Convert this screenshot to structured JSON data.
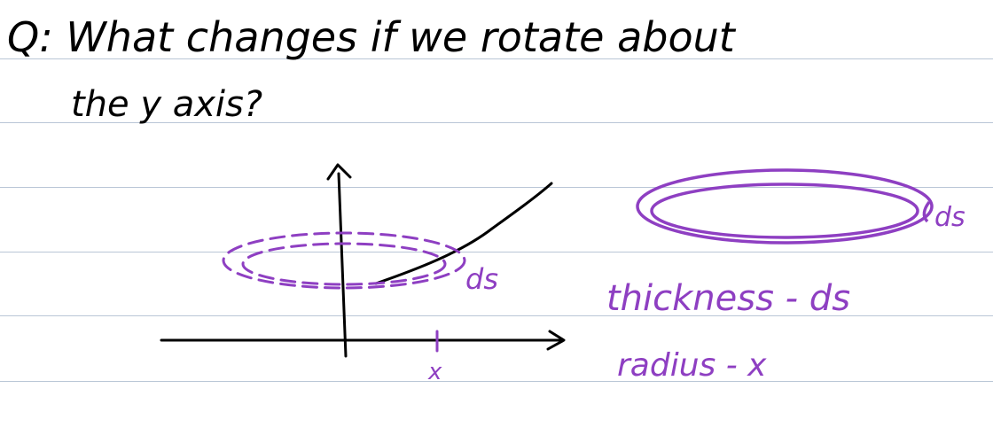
{
  "question": {
    "line1": "Q: What changes if we rotate about",
    "line2": "the y axis?"
  },
  "graph": {
    "x_tick_label": "x",
    "ds_label": "ds"
  },
  "ring": {
    "ds_label": "ds"
  },
  "notes": {
    "thickness": "thickness - ds",
    "radius": "radius - x"
  },
  "colors": {
    "ink": "#000000",
    "accent": "#8e3fc2",
    "rule": "#b9c6d6"
  }
}
